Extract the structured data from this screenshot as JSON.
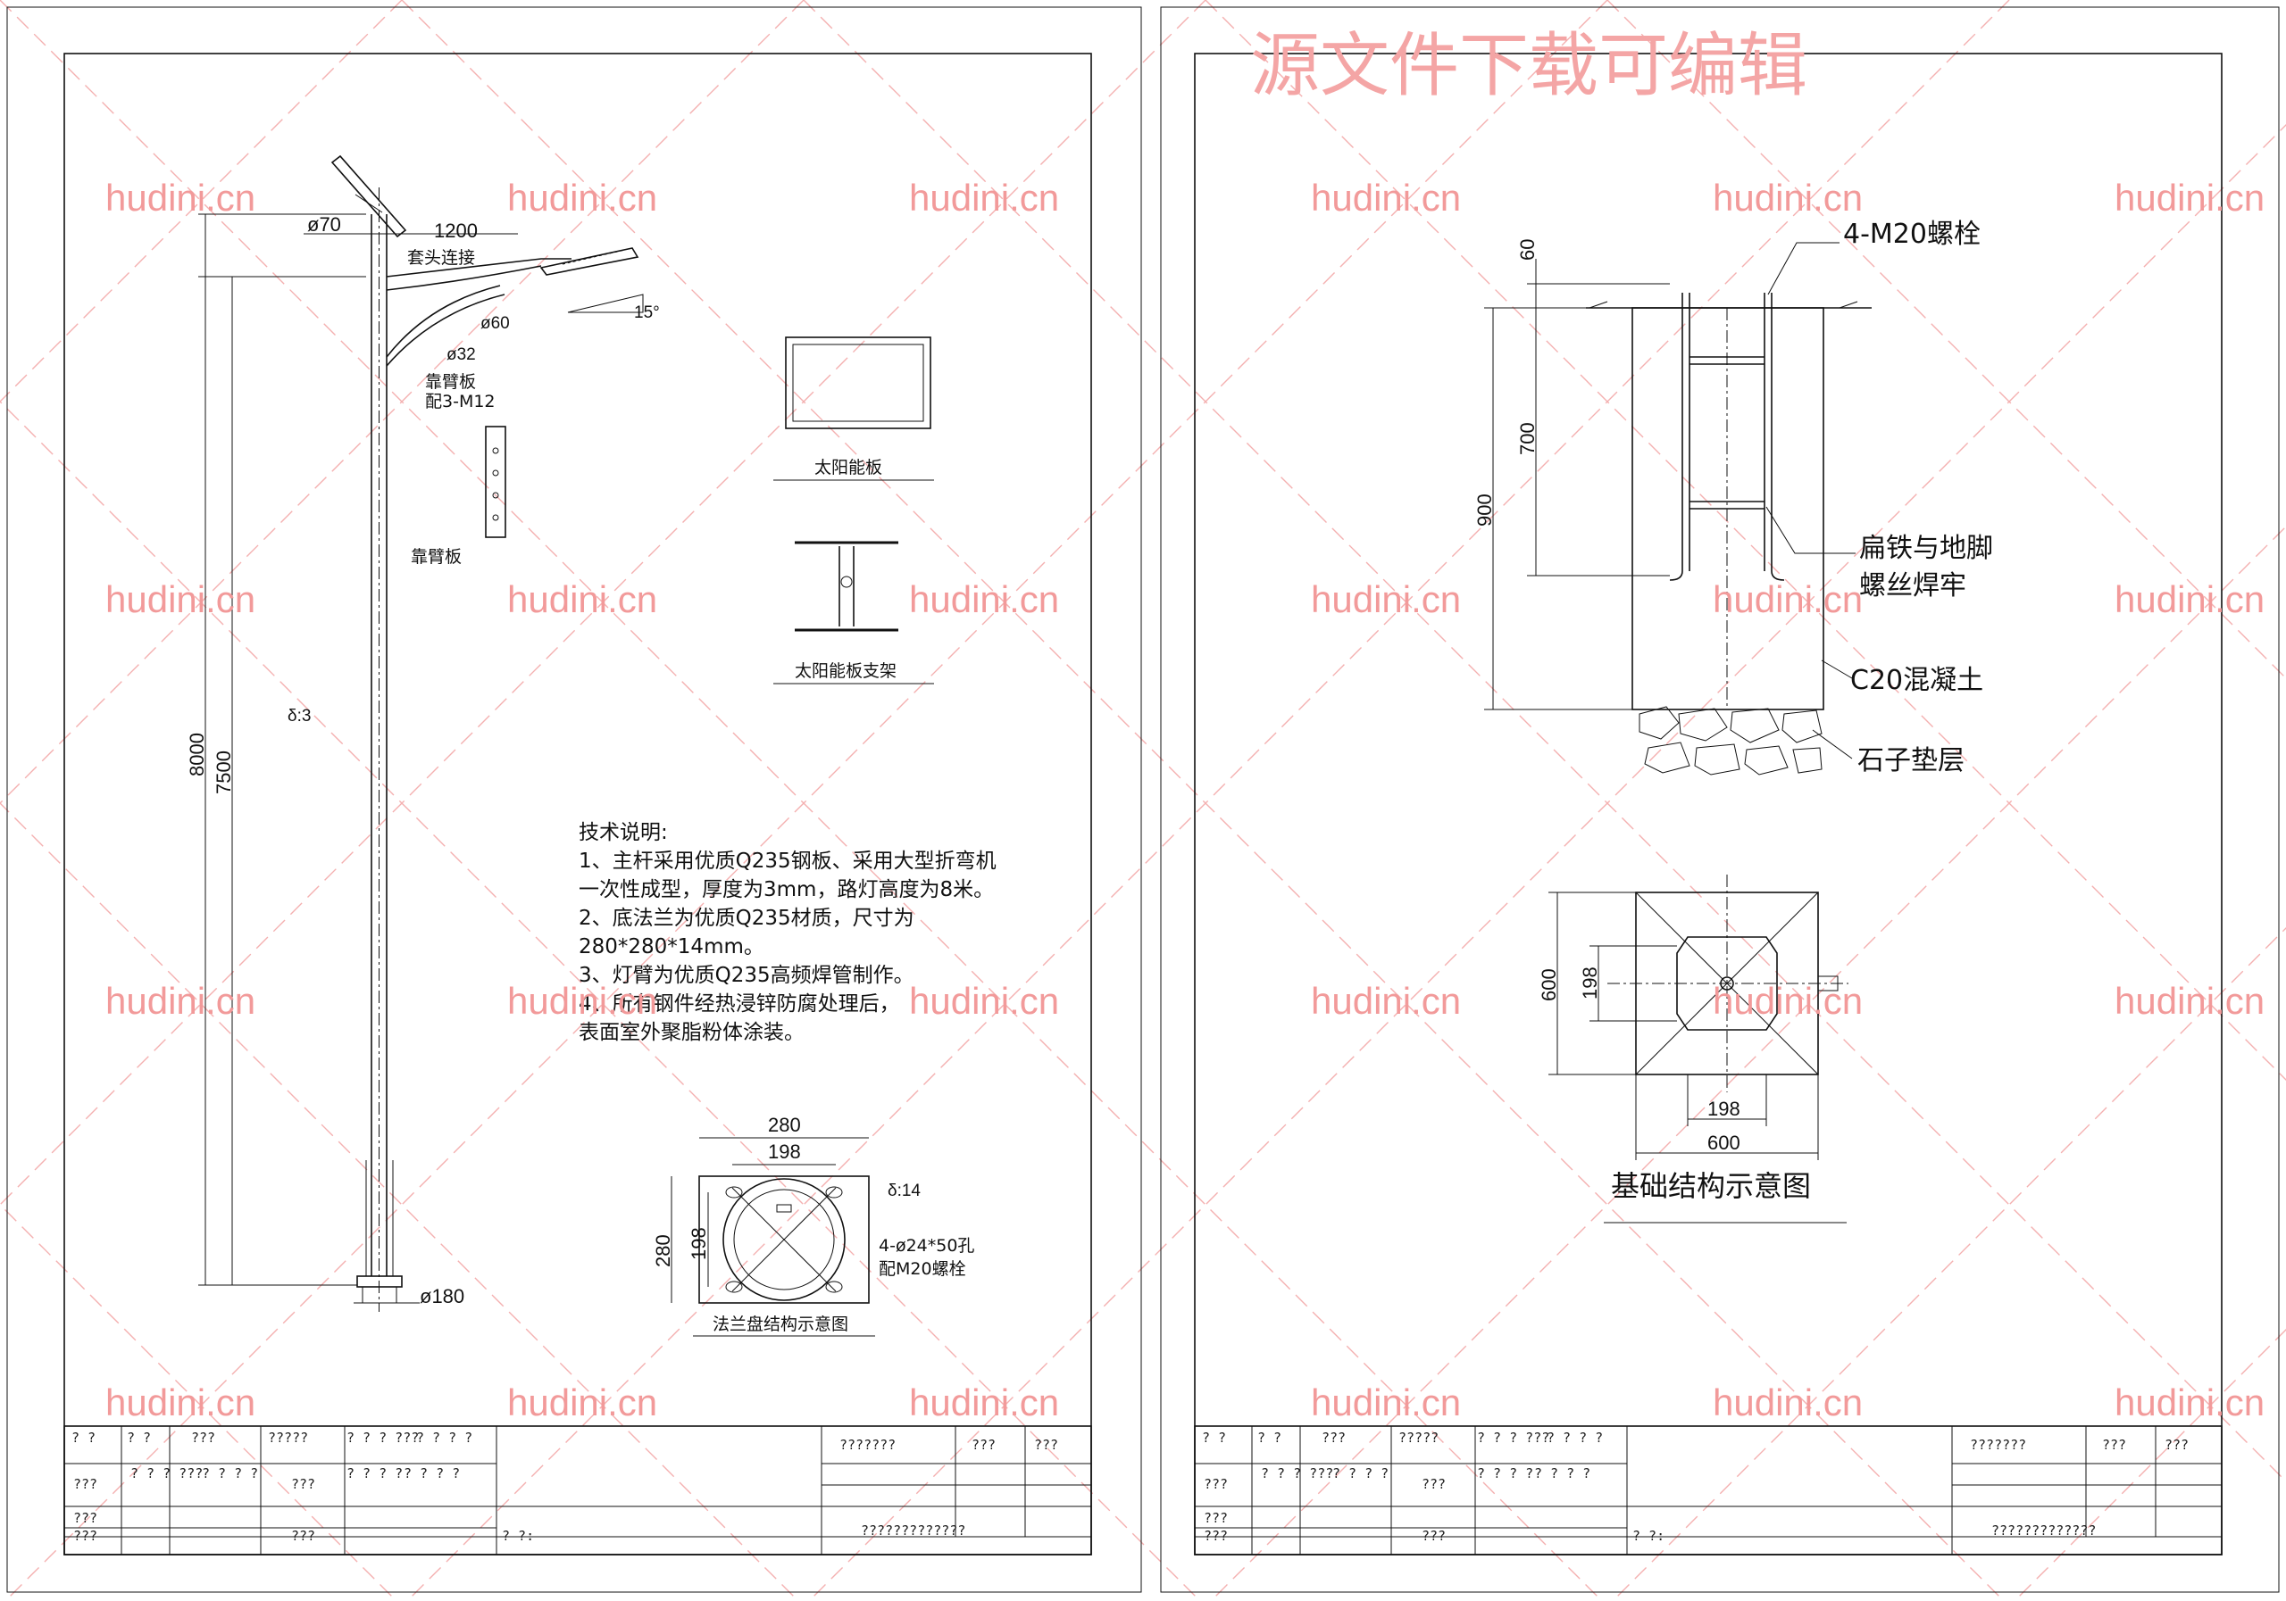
{
  "watermark": {
    "title": "源文件下载可编辑",
    "site": "hudini.cn",
    "color": "#f29a9a"
  },
  "left_sheet": {
    "pole": {
      "dia_top": "ø70",
      "arm_length": "1200",
      "joint_label": "套头连接",
      "arm_dia_1": "ø60",
      "arm_angle": "15°",
      "arm_dia_2": "ø32",
      "plate_label_1": "靠臂板",
      "plate_label_2": "配3-M12",
      "plate_label_3": "靠臂板",
      "height_total": "8000",
      "height_arm": "7500",
      "wall": "δ:3",
      "dia_base": "ø180"
    },
    "solar_panel_label": "太阳能板",
    "solar_bracket_label": "太阳能板支架",
    "notes": {
      "title": "技术说明:",
      "lines": [
        "1、主杆采用优质Q235钢板、采用大型折弯机",
        "一次性成型，厚度为3mm，路灯高度为8米。",
        "2、底法兰为优质Q235材质，尺寸为",
        "280*280*14mm。",
        "3、灯臂为优质Q235高频焊管制作。",
        "4、所有钢件经热浸锌防腐处理后，",
        "表面室外聚脂粉体涂装。"
      ]
    },
    "flange": {
      "outer": "280",
      "inner": "198",
      "outer_v": "280",
      "inner_v": "198",
      "thickness": "δ:14",
      "holes_1": "4-ø24*50孔",
      "holes_2": "配M20螺栓",
      "caption": "法兰盘结构示意图"
    }
  },
  "right_sheet": {
    "bolts": "4-M20螺栓",
    "dim_60": "60",
    "dim_700": "700",
    "dim_900": "900",
    "weld_1": "扁铁与地脚",
    "weld_2": "螺丝焊牢",
    "concrete": "C20混凝土",
    "gravel": "石子垫层",
    "plan_600_v": "600",
    "plan_198_v": "198",
    "plan_198_h": "198",
    "plan_600_h": "600",
    "caption": "基础结构示意图"
  },
  "title_block": {
    "r1": [
      "? ?",
      "? ?",
      "???",
      "?????",
      "? ? ? ???",
      "? ? ? ?"
    ],
    "r2": [
      "???",
      "? ? ? ???",
      "? ? ? ?",
      "???",
      "? ? ? ?",
      "? ? ? ?"
    ],
    "r3": [
      "???"
    ],
    "r4": [
      "???",
      "???",
      "? ?:"
    ],
    "right_1": "???????",
    "right_2": "???",
    "right_3": "???",
    "right_4": "?????????????"
  }
}
